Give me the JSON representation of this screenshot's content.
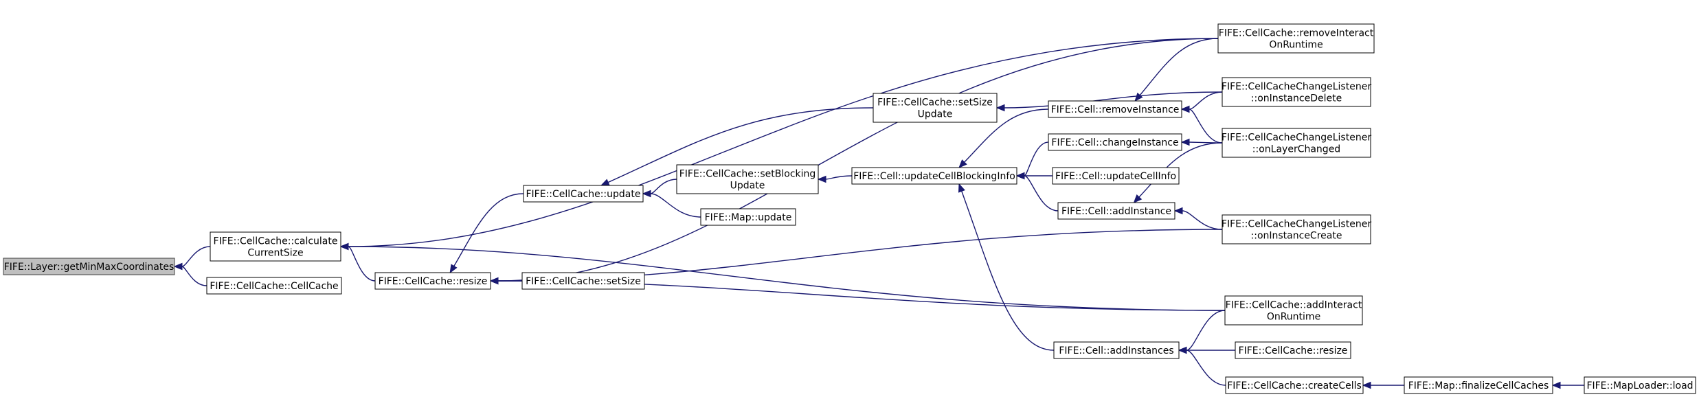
{
  "diagram": {
    "kind": "caller-graph",
    "colors": {
      "edge": "#191970",
      "node_border": "#000000",
      "focus_fill": "#bfbfbf",
      "node_fill": "#ffffff"
    },
    "nodes": [
      {
        "id": "n0",
        "lines": [
          "FIFE::Layer::getMinMaxCoordinates"
        ],
        "focus": true
      },
      {
        "id": "n1",
        "lines": [
          "FIFE::CellCache::calculate",
          "CurrentSize"
        ]
      },
      {
        "id": "n2",
        "lines": [
          "FIFE::CellCache::CellCache"
        ]
      },
      {
        "id": "n3",
        "lines": [
          "FIFE::CellCache::resize"
        ]
      },
      {
        "id": "n4",
        "lines": [
          "FIFE::CellCache::removeInteract",
          "OnRuntime"
        ]
      },
      {
        "id": "n5",
        "lines": [
          "FIFE::CellCache::update"
        ]
      },
      {
        "id": "n6",
        "lines": [
          "FIFE::CellCache::setSize"
        ]
      },
      {
        "id": "n7",
        "lines": [
          "FIFE::CellCache::addInteract",
          "OnRuntime"
        ]
      },
      {
        "id": "n8",
        "lines": [
          "FIFE::CellCacheChangeListener",
          "::onInstanceCreate"
        ]
      },
      {
        "id": "n9",
        "lines": [
          "FIFE::CellCache::setSize",
          "Update"
        ]
      },
      {
        "id": "n10",
        "lines": [
          "FIFE::CellCache::setBlocking",
          "Update"
        ]
      },
      {
        "id": "n11",
        "lines": [
          "FIFE::Map::update"
        ]
      },
      {
        "id": "n12",
        "lines": [
          "FIFE::Cell::updateCellBlockingInfo"
        ]
      },
      {
        "id": "n13",
        "lines": [
          "FIFE::Cell::removeInstance"
        ]
      },
      {
        "id": "n14",
        "lines": [
          "FIFE::Cell::changeInstance"
        ]
      },
      {
        "id": "n15",
        "lines": [
          "FIFE::Cell::updateCellInfo"
        ]
      },
      {
        "id": "n16",
        "lines": [
          "FIFE::Cell::addInstance"
        ]
      },
      {
        "id": "n17",
        "lines": [
          "FIFE::Cell::addInstances"
        ]
      },
      {
        "id": "n18",
        "lines": [
          "FIFE::CellCacheChangeListener",
          "::onInstanceDelete"
        ]
      },
      {
        "id": "n19",
        "lines": [
          "FIFE::CellCacheChangeListener",
          "::onLayerChanged"
        ]
      },
      {
        "id": "n20",
        "lines": [
          "FIFE::CellCache::resize"
        ]
      },
      {
        "id": "n21",
        "lines": [
          "FIFE::CellCache::createCells"
        ]
      },
      {
        "id": "n22",
        "lines": [
          "FIFE::Map::finalizeCellCaches"
        ]
      },
      {
        "id": "n23",
        "lines": [
          "FIFE::MapLoader::load"
        ]
      }
    ],
    "edges": [
      {
        "from": "n1",
        "to": "n0"
      },
      {
        "from": "n2",
        "to": "n0"
      },
      {
        "from": "n3",
        "to": "n1"
      },
      {
        "from": "n4",
        "to": "n1"
      },
      {
        "from": "n7",
        "to": "n1"
      },
      {
        "from": "n4",
        "to": "n3"
      },
      {
        "from": "n5",
        "to": "n3"
      },
      {
        "from": "n6",
        "to": "n3"
      },
      {
        "from": "n7",
        "to": "n3"
      },
      {
        "from": "n8",
        "to": "n3"
      },
      {
        "from": "n9",
        "to": "n5"
      },
      {
        "from": "n10",
        "to": "n5"
      },
      {
        "from": "n11",
        "to": "n5"
      },
      {
        "from": "n18",
        "to": "n9"
      },
      {
        "from": "n12",
        "to": "n10"
      },
      {
        "from": "n13",
        "to": "n12"
      },
      {
        "from": "n14",
        "to": "n12"
      },
      {
        "from": "n15",
        "to": "n12"
      },
      {
        "from": "n16",
        "to": "n12"
      },
      {
        "from": "n17",
        "to": "n12"
      },
      {
        "from": "n4",
        "to": "n13"
      },
      {
        "from": "n18",
        "to": "n13"
      },
      {
        "from": "n19",
        "to": "n13"
      },
      {
        "from": "n19",
        "to": "n14"
      },
      {
        "from": "n19",
        "to": "n16"
      },
      {
        "from": "n8",
        "to": "n16"
      },
      {
        "from": "n7",
        "to": "n17"
      },
      {
        "from": "n20",
        "to": "n17"
      },
      {
        "from": "n21",
        "to": "n17"
      },
      {
        "from": "n22",
        "to": "n21"
      },
      {
        "from": "n23",
        "to": "n22"
      }
    ]
  }
}
